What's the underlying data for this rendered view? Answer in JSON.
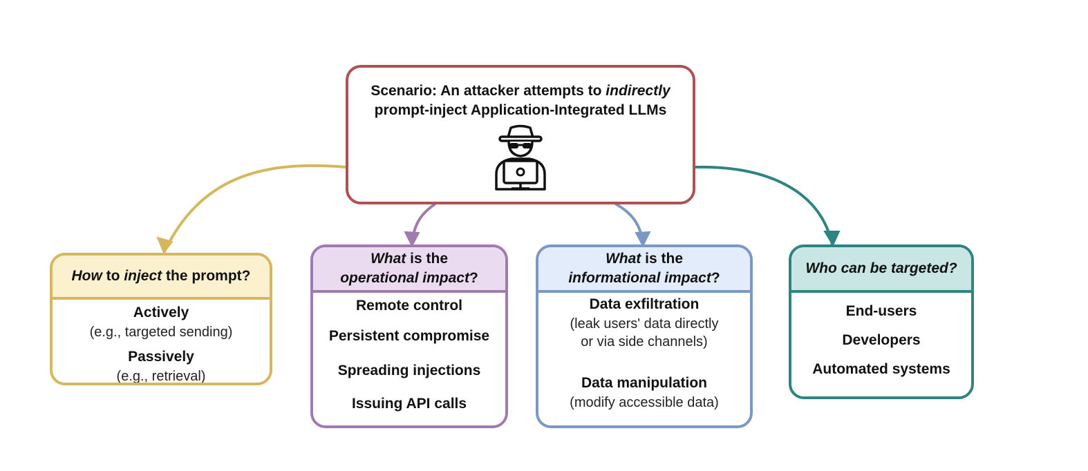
{
  "colors": {
    "scenario": "#b0504f",
    "how": "#d6b75e",
    "operational": "#a17aaf",
    "informational": "#7b97c3",
    "who": "#2e8482",
    "how_fill": "#fcf1cf",
    "operational_fill": "#eadbf0",
    "informational_fill": "#e3ecfb",
    "who_fill": "#c9e6e4"
  },
  "scenario": {
    "line1_pre": "Scenario: An attacker attempts to ",
    "line1_em": "indirectly",
    "line2": "prompt-inject Application-Integrated LLMs",
    "icon": "hacker-laptop-icon"
  },
  "how": {
    "title_em1": "How",
    "title_mid": " to ",
    "title_em2": "inject",
    "title_post": " the prompt?",
    "items": [
      {
        "label": "Actively",
        "sub": "(e.g., targeted sending)"
      },
      {
        "label": "Passively",
        "sub": "(e.g., retrieval)"
      }
    ]
  },
  "operational": {
    "title_em": "What",
    "title_line1_post": " is the",
    "title_line2_em": "operational impact",
    "title_line2_post": "?",
    "items": [
      "Remote control",
      "Persistent compromise",
      "Spreading injections",
      "Issuing API calls"
    ]
  },
  "informational": {
    "title_em": "What",
    "title_line1_post": " is the",
    "title_line2_em": "informational impact",
    "title_line2_post": "?",
    "items": [
      {
        "label": "Data exfiltration",
        "sub1": "(leak users' data directly",
        "sub2": "or via side channels)"
      },
      {
        "label": "Data manipulation",
        "sub1": "(modify accessible data)"
      }
    ]
  },
  "who": {
    "title_em1": "Who can be ",
    "title_em2": "targeted?",
    "items": [
      "End-users",
      "Developers",
      "Automated systems"
    ]
  }
}
